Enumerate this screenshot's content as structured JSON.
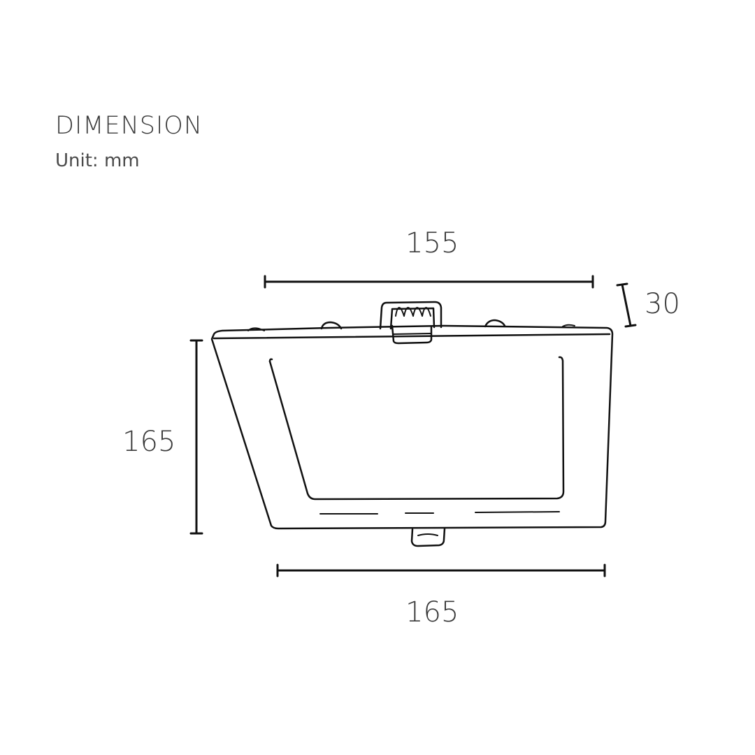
{
  "header": {
    "title": "DIMENSION",
    "unit": "Unit: mm"
  },
  "dimensions": {
    "top_width": "155",
    "depth": "30",
    "height": "165",
    "bottom_width": "165"
  },
  "colors": {
    "line": "#111111",
    "text": "#3a3a3a"
  }
}
